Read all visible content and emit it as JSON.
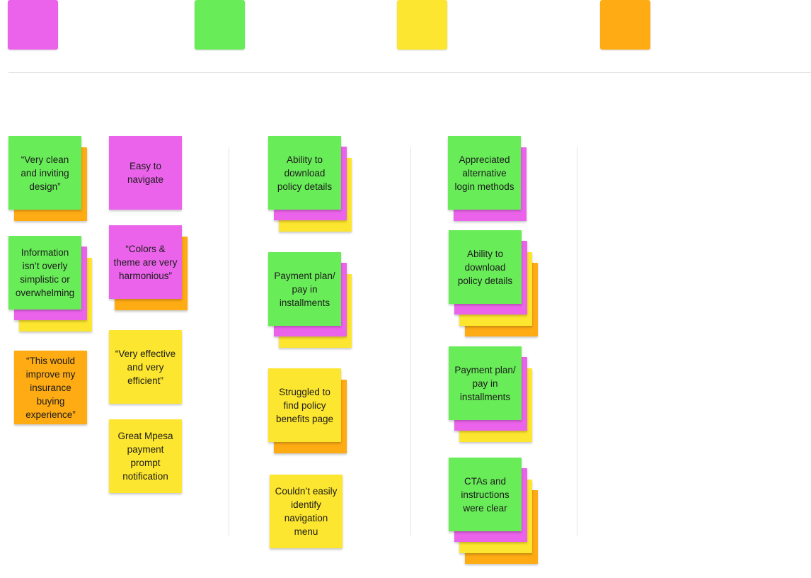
{
  "colors": {
    "magenta": "#ea63ea",
    "green": "#68ec58",
    "yellow": "#fde62f",
    "orange": "#feab14"
  },
  "legend": [
    {
      "color": "magenta"
    },
    {
      "color": "green"
    },
    {
      "color": "yellow"
    },
    {
      "color": "orange"
    }
  ],
  "notes": [
    {
      "text": "“Very clean and inviting design”",
      "color": "green",
      "stack": [
        "orange"
      ]
    },
    {
      "text": "Easy to navigate",
      "color": "magenta",
      "stack": []
    },
    {
      "text": "Information isn’t overly simplistic or overwhelming",
      "color": "green",
      "stack": [
        "yellow",
        "magenta"
      ]
    },
    {
      "text": "“Colors & theme are very harmonious”",
      "color": "magenta",
      "stack": [
        "orange"
      ]
    },
    {
      "text": "“This would improve my insurance buying experience”",
      "color": "orange",
      "stack": []
    },
    {
      "text": "“Very effective and very efficient”",
      "color": "yellow",
      "stack": []
    },
    {
      "text": "Great Mpesa payment prompt notification",
      "color": "yellow",
      "stack": []
    },
    {
      "text": "Ability to download policy details",
      "color": "green",
      "stack": [
        "yellow",
        "magenta"
      ]
    },
    {
      "text": "Payment plan/ pay in installments",
      "color": "green",
      "stack": [
        "yellow",
        "magenta"
      ]
    },
    {
      "text": "Struggled to find policy benefits page",
      "color": "yellow",
      "stack": [
        "orange"
      ]
    },
    {
      "text": "Couldn’t easily identify navigation menu",
      "color": "yellow",
      "stack": []
    },
    {
      "text": "Appreciated alternative login methods",
      "color": "green",
      "stack": [
        "magenta"
      ]
    },
    {
      "text": "Ability to download policy details",
      "color": "green",
      "stack": [
        "orange",
        "yellow",
        "magenta"
      ]
    },
    {
      "text": "Payment plan/ pay in installments",
      "color": "green",
      "stack": [
        "yellow",
        "magenta"
      ]
    },
    {
      "text": "CTAs and instructions were clear",
      "color": "green",
      "stack": [
        "orange",
        "yellow",
        "magenta"
      ]
    }
  ]
}
